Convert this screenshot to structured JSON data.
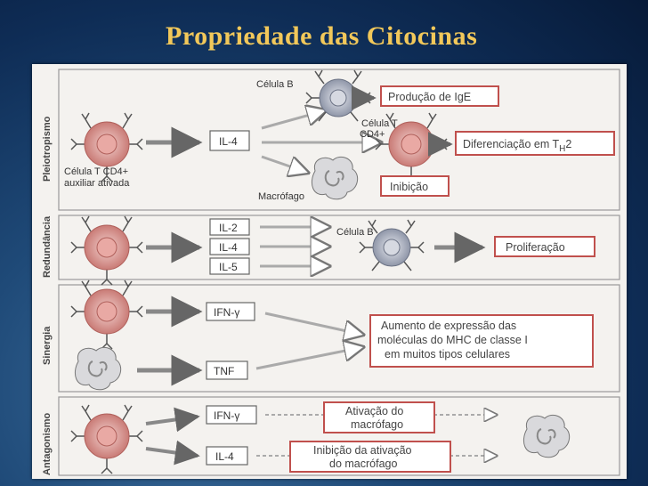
{
  "title": "Propriedade das Citocinas",
  "sections": {
    "pleiotropismo": {
      "label": "Pleiotropismo",
      "cell_label_1": "Célula T CD4+",
      "cell_label_2": "auxiliar ativada",
      "cytokine": "IL-4",
      "b_cell_label": "Célula B",
      "t_cell_label_1": "Célula T",
      "t_cell_label_2": "CD4+",
      "macrophage_label": "Macrófago",
      "effect_ige": "Produção de IgE",
      "effect_diff": "Diferenciação em T",
      "effect_diff_sub": "H",
      "effect_diff_end": "2",
      "effect_inhib": "Inibição"
    },
    "redundancia": {
      "label": "Redundância",
      "cytokines": [
        "IL-2",
        "IL-4",
        "IL-5"
      ],
      "b_cell_label": "Célula B",
      "effect": "Proliferação"
    },
    "sinergia": {
      "label": "Sinergia",
      "cytokines": [
        "IFN-γ",
        "TNF"
      ],
      "effect_lines": [
        "Aumento de expressão das",
        "moléculas do MHC de classe I",
        "em muitos tipos celulares"
      ]
    },
    "antagonismo": {
      "label": "Antagonismo",
      "cytokines": [
        "IFN-γ",
        "IL-4"
      ],
      "effect_1_lines": [
        "Ativação do",
        "macrófago"
      ],
      "effect_2_lines": [
        "Inibição da ativação",
        "do macrófago"
      ]
    }
  }
}
